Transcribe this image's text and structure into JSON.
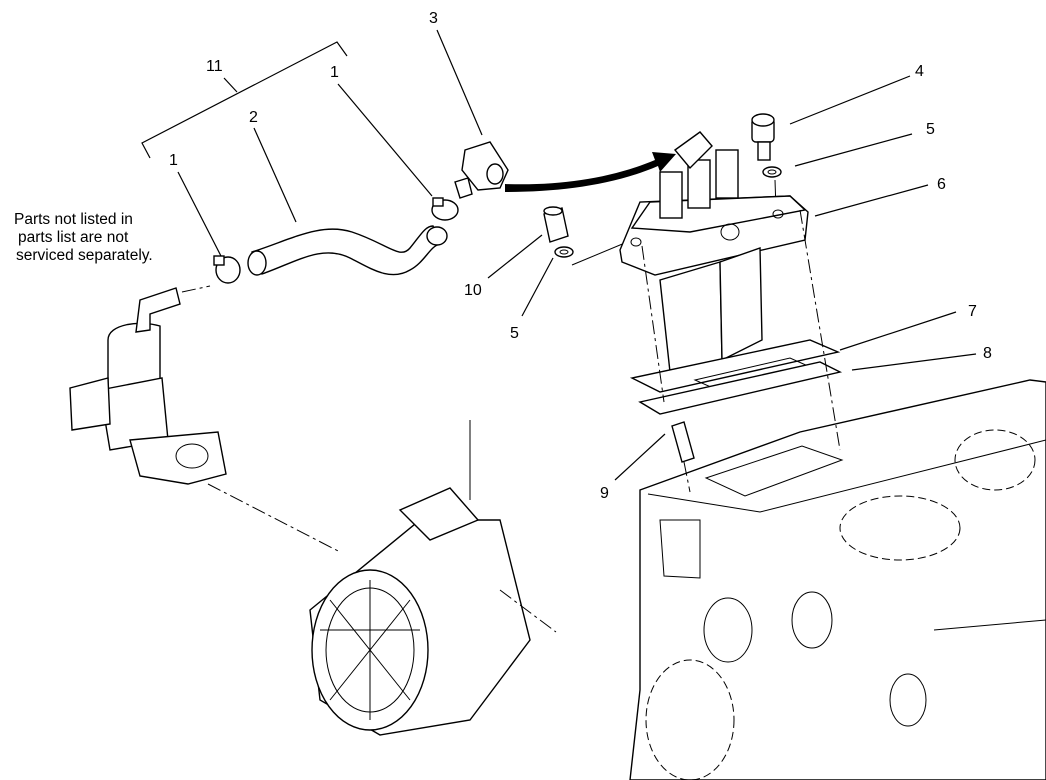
{
  "note": {
    "lines": [
      "Parts not listed in",
      "parts list are not",
      "serviced separately."
    ]
  },
  "callouts": {
    "c11": "11",
    "c1a": "1",
    "c1b": "1",
    "c2": "2",
    "c3": "3",
    "c4": "4",
    "c5a": "5",
    "c5b": "5",
    "c6": "6",
    "c7": "7",
    "c8": "8",
    "c9": "9",
    "c10": "10"
  }
}
